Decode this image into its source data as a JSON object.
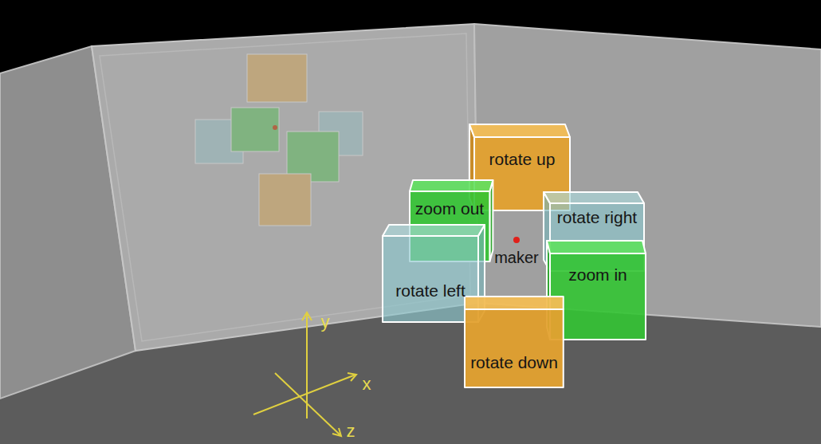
{
  "diagram": {
    "nodes": [
      {
        "text": [
          "rotate up"
        ]
      },
      {
        "text": [
          "zoom out"
        ]
      },
      {
        "text": [
          "rotate right"
        ]
      },
      {
        "text": [
          "rotate left"
        ]
      },
      {
        "text": [
          "zoom in"
        ]
      },
      {
        "text": [
          "rotate down"
        ]
      }
    ],
    "labels": [
      "maker",
      "y",
      "x",
      "z"
    ]
  }
}
